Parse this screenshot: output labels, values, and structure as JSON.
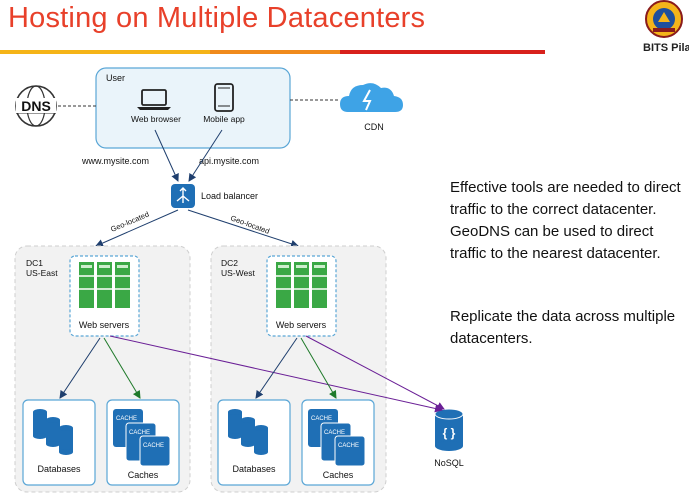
{
  "slide": {
    "title": "Hosting on Multiple Datacenters",
    "logo_text": "BITS Pila"
  },
  "diagram": {
    "user_label": "User",
    "web_browser_label": "Web browser",
    "mobile_app_label": "Mobile app",
    "dns_label": "DNS",
    "cdn_label": "CDN",
    "www_label": "www.mysite.com",
    "api_label": "api.mysite.com",
    "load_balancer_label": "Load balancer",
    "geo_left_label": "Geo-located",
    "geo_right_label": "Geo-located",
    "dc1_name": "DC1",
    "dc1_region": "US-East",
    "dc2_name": "DC2",
    "dc2_region": "US-West",
    "web_servers_label": "Web servers",
    "databases_label": "Databases",
    "caches_label": "Caches",
    "cache_tag": "CACHE",
    "nosql_label": "NoSQL",
    "nosql_glyph": "{ }"
  },
  "text": {
    "paragraph1": "Effective tools are needed to direct traffic to the correct datacenter. GeoDNS can be used to direct traffic to the nearest datacenter.",
    "paragraph2": "Replicate the data across multiple datacenters."
  },
  "colors": {
    "title": "#e8402a",
    "server_green": "#3aa845",
    "db_blue": "#1f6fb5",
    "cdn_blue": "#3ea3e6",
    "arrow_navy": "#1f3f6e",
    "arrow_green": "#1f7a2a",
    "arrow_purple": "#6a1f96"
  }
}
